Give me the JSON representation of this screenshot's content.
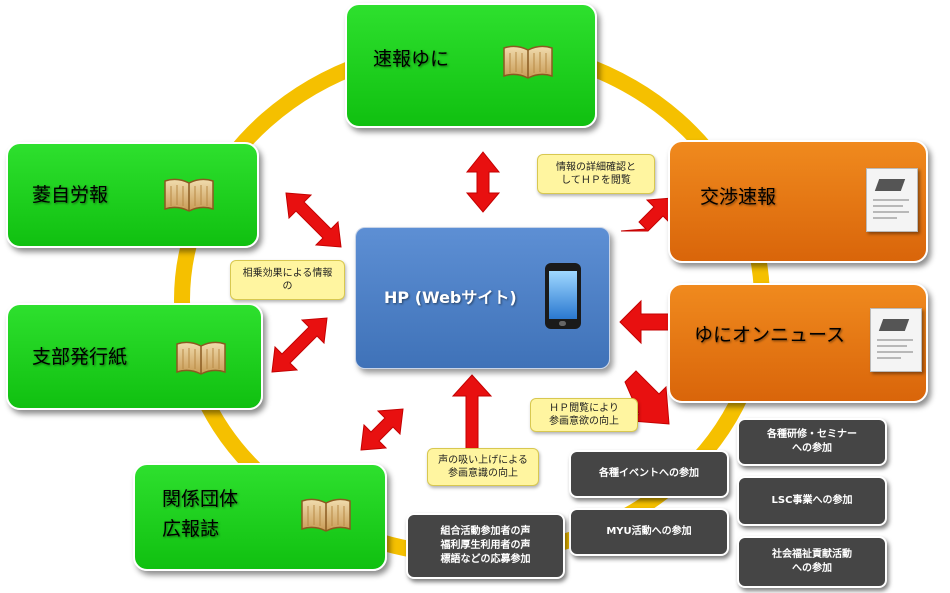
{
  "center": {
    "label": "HP (Webサイト)"
  },
  "boxes": {
    "sokuho": "速報ゆに",
    "ryojiro": "菱自労報",
    "shibu": "支部発行紙",
    "kankei": "関係団体\n広報誌",
    "kosho": "交渉速報",
    "yunion": "ゆにオンニュース"
  },
  "notes": {
    "detail": "情報の詳細確認と\nしてＨＰを閲覧",
    "synergy": "相乗効果による情報\nの",
    "hp_view": "ＨＰ閲覧により\n参画意欲の向上",
    "voice": "声の吸い上げによる\n参画意識の向上"
  },
  "gray_boxes": {
    "events": "各種イベントへの参加",
    "myu": "MYU活動への参加",
    "training": "各種研修・セミナー\nへの参加",
    "lsc": "LSC事業への参加",
    "social": "社会福祉貢献活動\nへの参加",
    "voices": "組合活動参加者の声\n福利厚生利用者の声\n標語などの応募参加"
  },
  "colors": {
    "green": "#1fd01f",
    "orange": "#e5761a",
    "ring": "#f5c000",
    "arrow": "#e81010",
    "center": "#4f82c8",
    "gray": "#454545"
  }
}
